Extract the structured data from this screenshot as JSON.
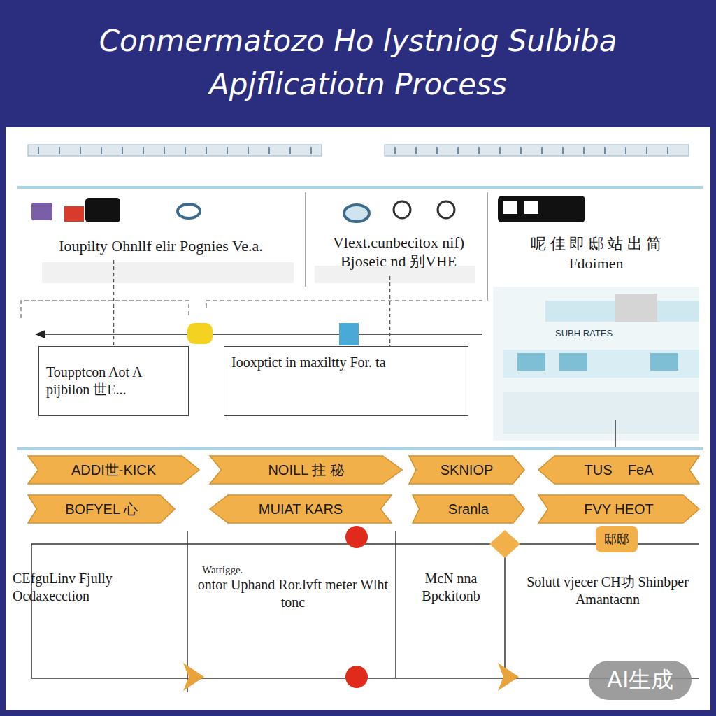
{
  "diagram": {
    "title": "Conmermatozo Ho lystniog Sulbiba Apjflicatiotn Process",
    "nodes": [
      {
        "text": [
          "Ioupilty Ohnllf elir Pognies Ve.a."
        ]
      },
      {
        "text": [
          "Vlext.cunbecitox nif) Bjoseic nd 别VHE"
        ]
      },
      {
        "text": [
          "呢 佳 即 邸 站 出 简",
          "Fdoimen"
        ]
      },
      {
        "text": [
          "Toupptcon Aot A pijbilon 世E..."
        ]
      },
      {
        "text": [
          "Iooxptict in maxiltty For. ta"
        ]
      },
      {
        "text": [
          "ADDI世-KICK"
        ]
      },
      {
        "text": [
          "NOILL 拄 秘"
        ]
      },
      {
        "text": [
          "SKNIOP"
        ]
      },
      {
        "text": [
          "TUS    FeA"
        ]
      },
      {
        "text": [
          "BOFYEL 心"
        ]
      },
      {
        "text": [
          "MUIAT KARS"
        ]
      },
      {
        "text": [
          "Sranla"
        ]
      },
      {
        "text": [
          "FVY HEOT"
        ]
      },
      {
        "text": [
          "CEfguLinv Fjully Ocdaxecction"
        ]
      },
      {
        "text": [
          "Watrigge.",
          "ontor Uphand Ror.lvft meter Wlht tonc"
        ]
      },
      {
        "text": [
          "McN nna Bpckitonb"
        ]
      },
      {
        "text": [
          "Solutt vjecer CH功 Shinbper Amantacnn"
        ]
      },
      {
        "text": [
          "邸邸"
        ]
      }
    ],
    "edges": [
      {
        "from": 0,
        "to": 3,
        "arrow": "none"
      },
      {
        "from": 1,
        "to": 4,
        "arrow": "none"
      }
    ],
    "labels": [
      "SUBH RATES",
      "AI生成"
    ]
  }
}
